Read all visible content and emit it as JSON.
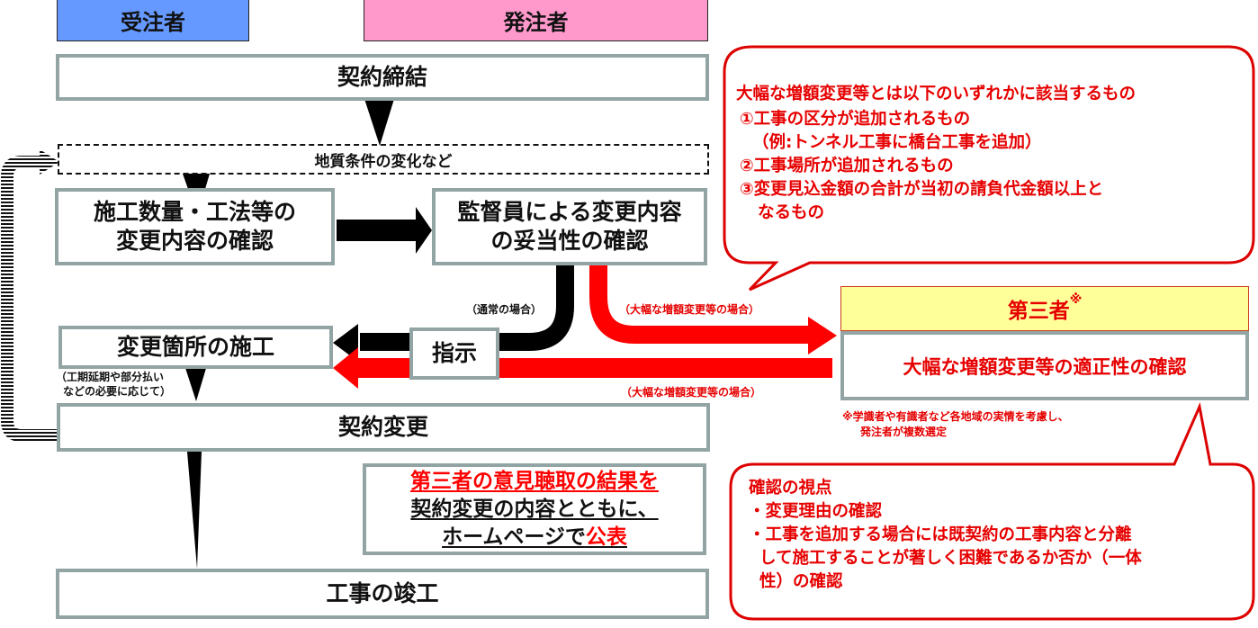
{
  "headers": {
    "contractor": "受注者",
    "client": "発注者"
  },
  "colors": {
    "contractor": "#6699ff",
    "client": "#ff99cc",
    "third_party": "#ffff99",
    "accent_red": "#ff0000",
    "box_border": "#93a4a4"
  },
  "flow": {
    "contract": "契約締結",
    "trigger": "地質条件の変化など",
    "confirm_change_line1": "施工数量・工法等の",
    "confirm_change_line2": "変更内容の確認",
    "supervisor_line1": "監督員による変更内容",
    "supervisor_line2": "の妥当性の確認",
    "normal_case": "（通常の場合）",
    "instruction": "指示",
    "construction": "変更箇所の施工",
    "contract_change_note_line1": "（工期延期や部分払い",
    "contract_change_note_line2": "などの必要に応じて）",
    "contract_change": "契約変更",
    "completion": "工事の竣工",
    "major_case_upper": "（大幅な増額変更等の場合）",
    "major_case_lower": "（大幅な増額変更等の場合）"
  },
  "third_party": {
    "title": "第三者",
    "title_mark": "※",
    "task": "大幅な増額変更等の適正性の確認",
    "note_line1": "※学識者や有識者など各地域の実情を考慮し、",
    "note_line2": "発注者が複数選定"
  },
  "publish": {
    "line1": "第三者の意見聴取の結果を",
    "line2": "契約変更の内容とともに、",
    "line3_a": "ホームページで",
    "line3_b": "公表"
  },
  "callout_top": {
    "title": "大幅な増額変更等とは以下のいずれかに該当するもの",
    "items": [
      "①工事の区分が追加されるもの",
      "（例:トンネル工事に橋台工事を追加）",
      "②工事場所が追加されるもの",
      "③変更見込金額の合計が当初の請負代金額以上と",
      "なるもの"
    ]
  },
  "callout_bottom": {
    "title": "確認の視点",
    "items": [
      "・変更理由の確認",
      "・工事を追加する場合には既契約の工事内容と分離",
      "して施工することが著しく困難であるか否か（一体",
      "性）の確認"
    ]
  }
}
